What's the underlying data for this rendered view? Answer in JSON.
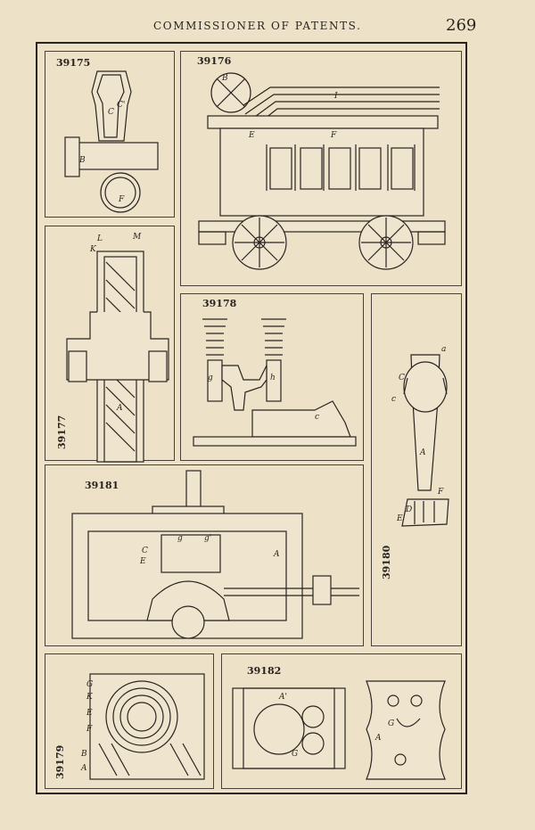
{
  "header": {
    "title": "COMMISSIONER OF PATENTS.",
    "page_number": "269"
  },
  "figures": [
    {
      "number": "39175",
      "labels": [
        "C",
        "C'",
        "B",
        "F"
      ]
    },
    {
      "number": "39176",
      "labels": [
        "B",
        "I",
        "E",
        "F"
      ]
    },
    {
      "number": "39177",
      "labels": [
        "K",
        "L",
        "M",
        "A"
      ]
    },
    {
      "number": "39178",
      "labels": [
        "g",
        "h",
        "c"
      ]
    },
    {
      "number": "39180",
      "labels": [
        "a",
        "C",
        "c",
        "A",
        "E",
        "D",
        "F"
      ]
    },
    {
      "number": "39181",
      "labels": [
        "g",
        "g'",
        "C",
        "E",
        "A"
      ]
    },
    {
      "number": "39179",
      "labels": [
        "G",
        "K",
        "E",
        "F",
        "B",
        "A"
      ]
    },
    {
      "number": "39182",
      "labels": [
        "A'",
        "G",
        "G",
        "A"
      ]
    }
  ]
}
